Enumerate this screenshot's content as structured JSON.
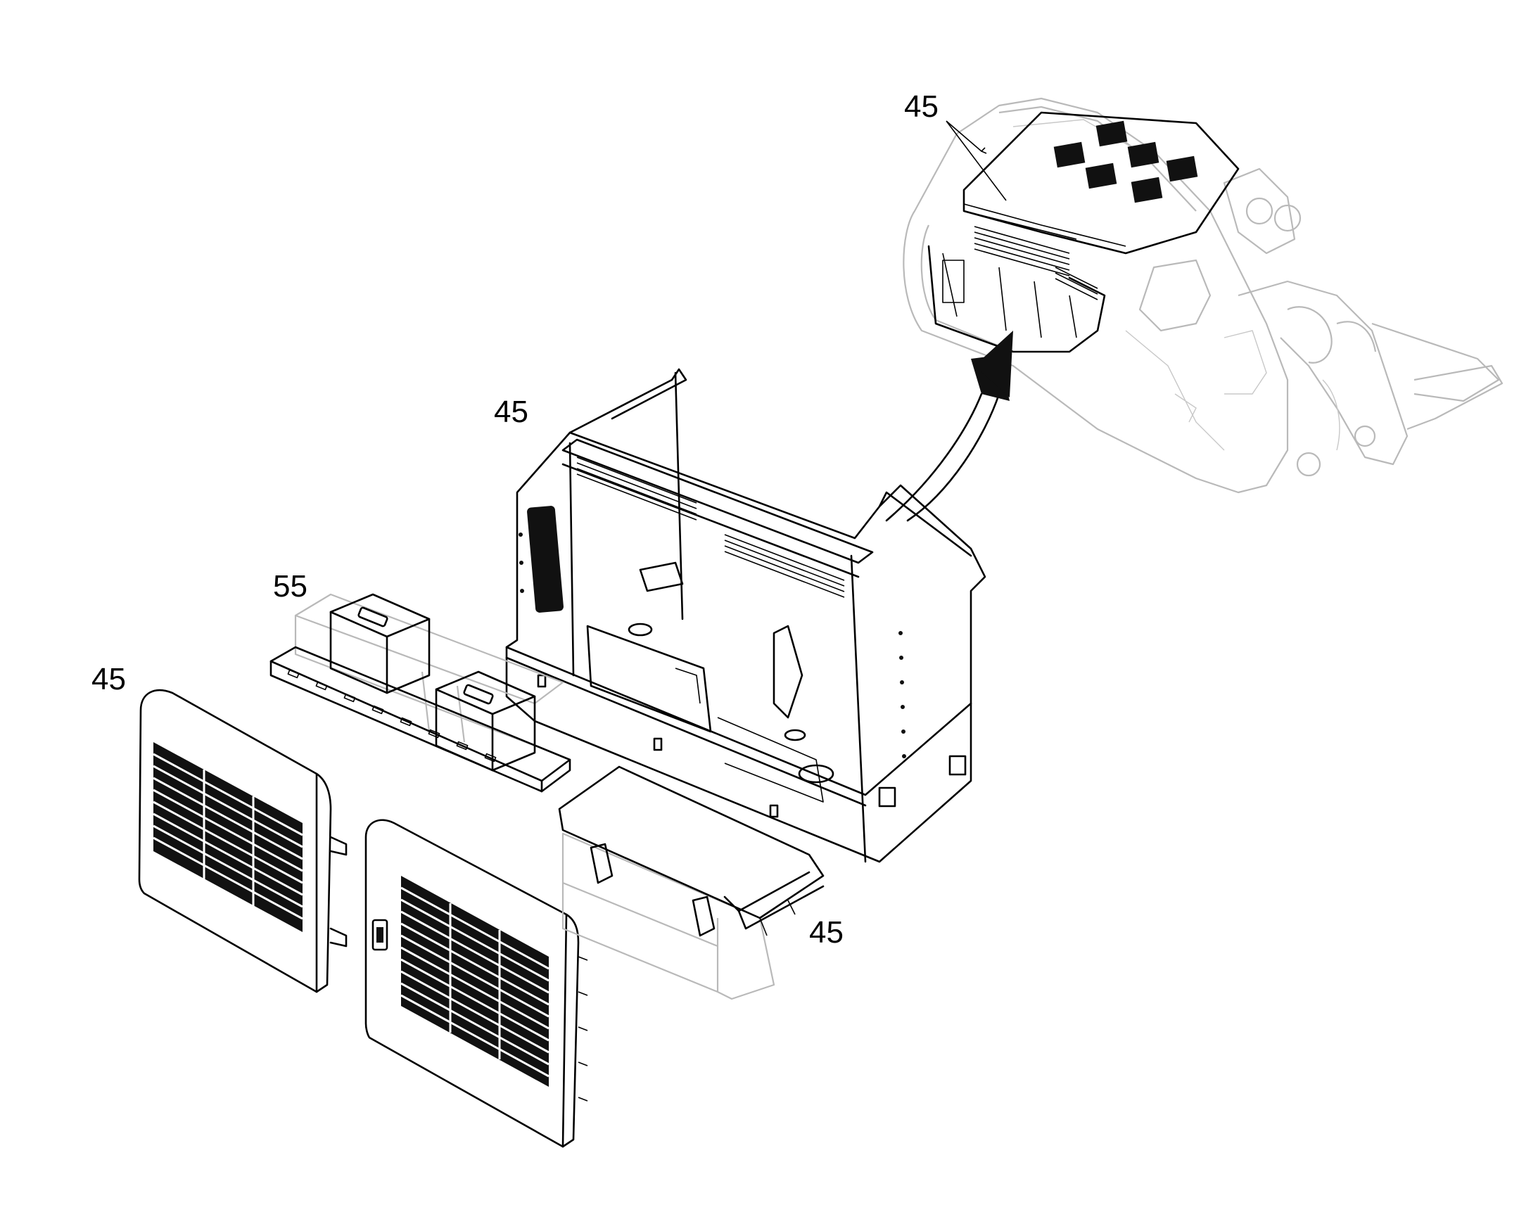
{
  "callouts": {
    "machine_top": "45",
    "frame": "45",
    "battery_tray": "55",
    "left_door": "45",
    "battery_cover": "45"
  }
}
